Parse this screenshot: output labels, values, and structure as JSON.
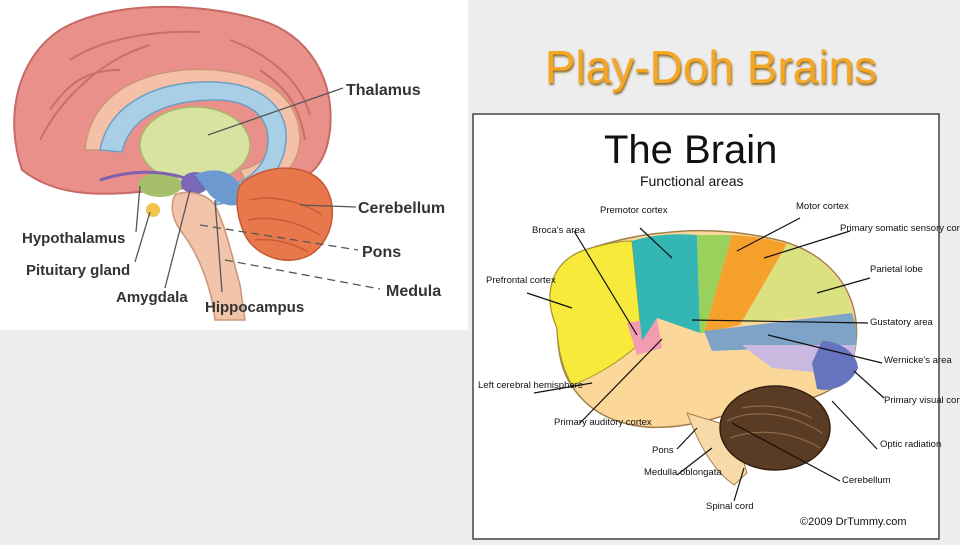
{
  "slide": {
    "title": "Play-Doh Brains"
  },
  "left_diagram": {
    "labels": {
      "thalamus": "Thalamus",
      "cerebellum": "Cerebellum",
      "pons": "Pons",
      "medula": "Medula",
      "hypothalamus": "Hypothalamus",
      "pituitary": "Pituitary gland",
      "amygdala": "Amygdala",
      "hippocampus": "Hippocampus"
    }
  },
  "right_diagram": {
    "title": "The Brain",
    "subtitle": "Functional areas",
    "labels": {
      "premotor": "Premotor cortex",
      "motor": "Motor cortex",
      "brocas": "Broca's area",
      "primary_somatic": "Primary somatic sensory cortex",
      "prefrontal": "Prefrontal cortex",
      "parietal": "Parietal lobe",
      "gustatory": "Gustatory area",
      "wernickes": "Wernicke's area",
      "left_hemisphere": "Left cerebral hemisphere",
      "primary_visual": "Primary visual cortex",
      "primary_auditory": "Primary auditory cortex",
      "optic": "Optic radiation",
      "pons": "Pons",
      "medulla": "Medulla oblongata",
      "cerebellum": "Cerebellum",
      "spinal": "Spinal cord"
    },
    "copyright": "©2009 DrTummy.com"
  }
}
